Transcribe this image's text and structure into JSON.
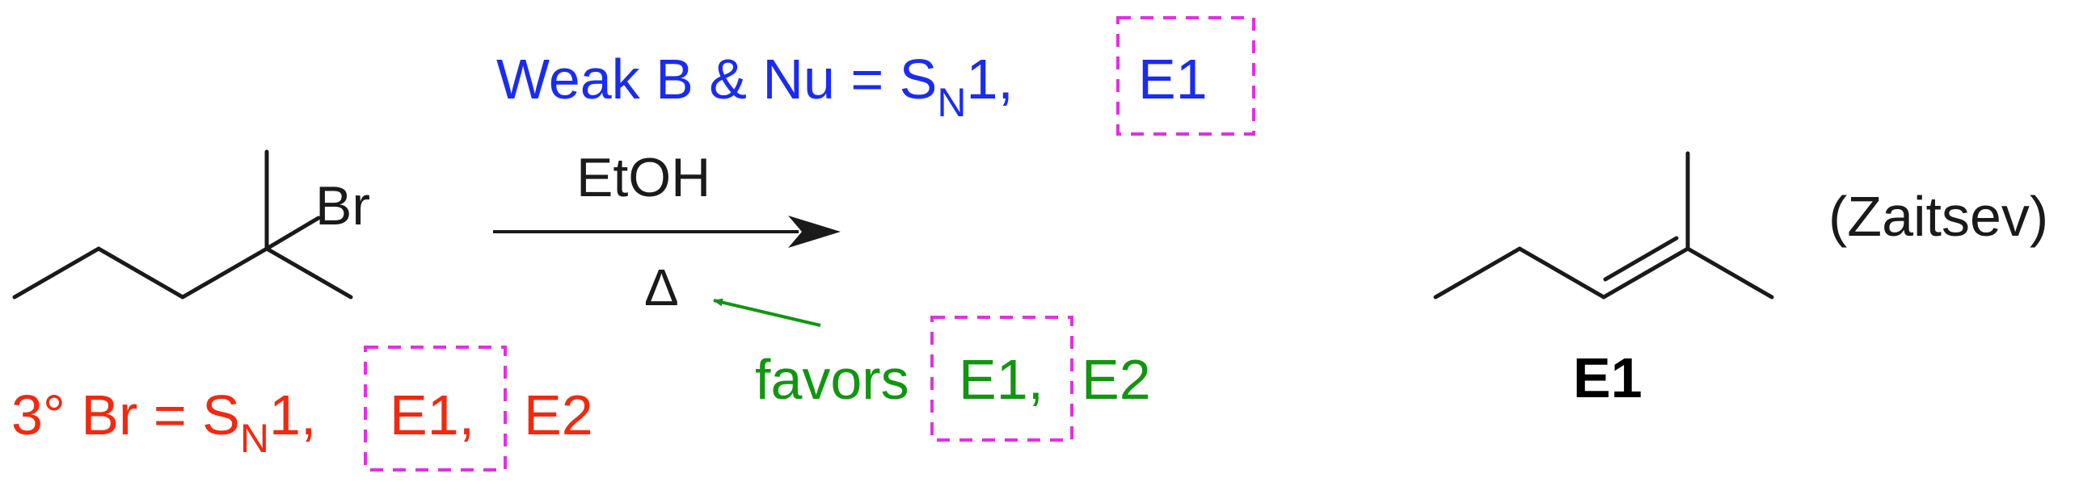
{
  "colors": {
    "bond": "#1a1a1a",
    "conditions_blue": "#1a2cf0",
    "substrate_red": "#f2290f",
    "hint_green": "#11960f",
    "highlight_box": "#e52ee5",
    "product": "#000000"
  },
  "reactant": {
    "halogen_label": "Br"
  },
  "arrow": {
    "reagent_label": "EtOH",
    "heat_label": "Δ"
  },
  "conditions": {
    "prefix": "Weak B & Nu = S",
    "sub": "N",
    "mid": "1,",
    "boxed": "E1"
  },
  "substrate_note": {
    "prefix": "3° Br = S",
    "sub": "N",
    "mid": "1,",
    "boxed": "E1,",
    "tail": "E2"
  },
  "heat_note": {
    "prefix": "favors",
    "boxed": "E1,",
    "tail": "E2"
  },
  "product": {
    "label": "E1",
    "rule_label": "(Zaitsev)"
  }
}
